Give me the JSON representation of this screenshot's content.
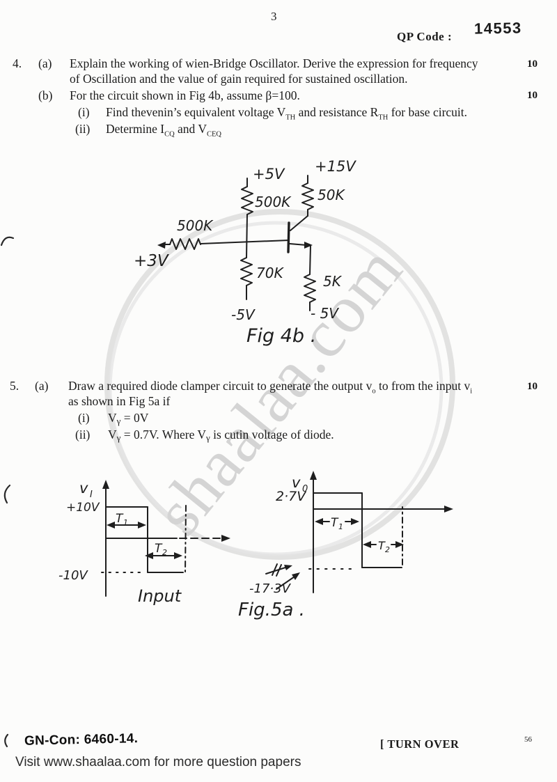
{
  "page": {
    "number": "3",
    "qp_label": "QP Code :",
    "qp_code": "14553",
    "watermark": "shaalaa.com"
  },
  "q4": {
    "number": "4.",
    "a": {
      "label": "(a)",
      "line1": "Explain the working of wien-Bridge Oscillator. Derive the expression for frequency",
      "line2": "of Oscillation and the value of gain required for sustained oscillation.",
      "marks": "10"
    },
    "b": {
      "label": "(b)",
      "text": "For the circuit shown in Fig 4b, assume β=100.",
      "marks": "10",
      "i": {
        "label": "(i)",
        "pre": "Find thevenin’s equivalent voltage V",
        "sub1": "TH",
        "mid": " and resistance R",
        "sub2": "TH",
        "post": " for base circuit."
      },
      "ii": {
        "label": "(ii)",
        "pre": "Determine I",
        "sub1": "CQ",
        "mid": " and V",
        "sub2": "CEQ"
      }
    }
  },
  "fig4b": {
    "supply_plus5": "+5V",
    "supply_plus15": "+15V",
    "r_top_left": "500K",
    "r_top_right": "50K",
    "r_input": "500K",
    "v_input": "+3V",
    "r_bottom_left": "70K",
    "r_emitter": "5K",
    "v_minus5_left": "-5V",
    "v_minus5_right": "- 5V",
    "caption": "Fig 4b ."
  },
  "q5": {
    "number": "5.",
    "a": {
      "label": "(a)",
      "line1_pre": "Draw a required diode clamper circuit to generate the output v",
      "line1_sub1": "o",
      "line1_mid": " to from the input v",
      "line1_sub2": "i",
      "line2": "as shown in Fig 5a if",
      "marks": "10",
      "i": {
        "label": "(i)",
        "pre": "V",
        "sub": "γ",
        "post": " = 0V"
      },
      "ii": {
        "label": "(ii)",
        "pre": "V",
        "sub": "γ",
        "mid": " = 0.7V. Where V",
        "sub2": "γ",
        "post": " is cutin voltage of diode."
      }
    }
  },
  "fig5a": {
    "input": {
      "axis_v": "v",
      "axis_sub": "I",
      "level_top": "+10V",
      "level_bottom": "-10V",
      "t1": "T",
      "t1_sub": "1",
      "t2": "T",
      "t2_sub": "2",
      "caption": "Input"
    },
    "output": {
      "axis_v": "v",
      "axis_sub": "0",
      "level_top": "2·7V",
      "level_bottom": "-17·3V",
      "t1": "T",
      "t1_sub": "1",
      "t2": "T",
      "t2_sub": "2",
      "caption": "Fig.5a ."
    }
  },
  "footer": {
    "left": "GN-Con: 6460-14.",
    "right": "[ TURN OVER",
    "page_ref": "56",
    "visit": "Visit www.shaalaa.com for more question papers"
  }
}
